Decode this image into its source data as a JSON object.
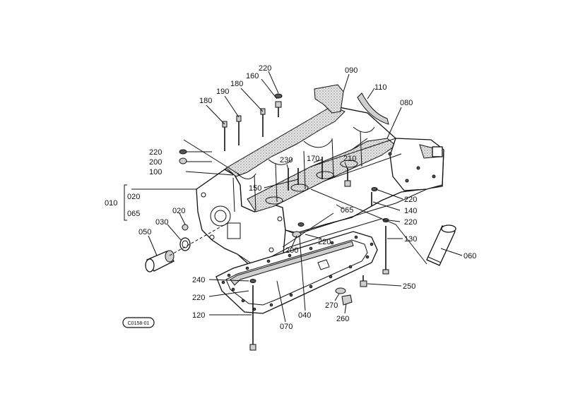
{
  "callouts": {
    "c010": "010",
    "c020a": "020",
    "c065a": "065",
    "c020b": "020",
    "c030": "030",
    "c050": "050",
    "c060": "060",
    "c065b": "065",
    "c070": "070",
    "c080": "080",
    "c090": "090",
    "c100": "100",
    "c110": "110",
    "c120": "120",
    "c130": "130",
    "c140": "140",
    "c150": "150",
    "c160": "160",
    "c170": "170",
    "c180a": "180",
    "c180b": "180",
    "c190": "190",
    "c200a": "200",
    "c200b": "200",
    "c210": "210",
    "c220a": "220",
    "c220b": "220",
    "c220c": "220",
    "c220d": "220",
    "c220e": "220",
    "c220f": "220",
    "c230": "230",
    "c240": "240",
    "c250": "250",
    "c260": "260",
    "c270": "270",
    "c040": "040"
  },
  "stamp": "C0158-01"
}
